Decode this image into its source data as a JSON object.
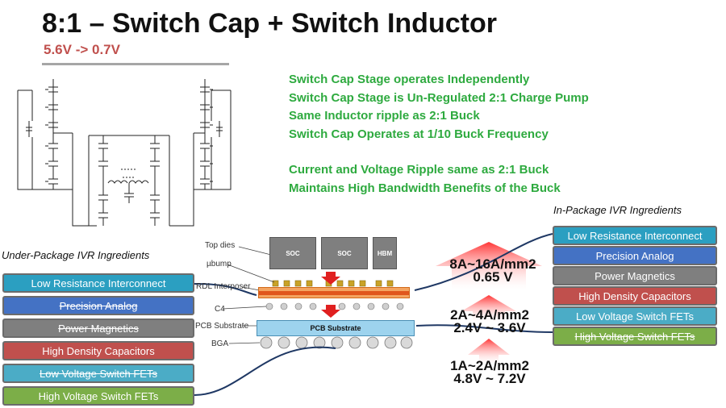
{
  "slide": {
    "title": "8:1 – Switch Cap + Switch Inductor",
    "subtitle": "5.6V -> 0.7V"
  },
  "bullets": {
    "group1": [
      "Switch Cap Stage operates Independently",
      "Switch Cap Stage is Un-Regulated 2:1 Charge Pump",
      "Same Inductor ripple as 2:1 Buck",
      "Switch Cap Operates at 1/10 Buck Frequency"
    ],
    "group2": [
      "Current and Voltage Ripple same as 2:1 Buck",
      "Maintains High Bandwidth Benefits of the Buck"
    ]
  },
  "under_package": {
    "label": "Under-Package IVR Ingredients",
    "items": [
      {
        "text": "Low Resistance Interconnect",
        "color": "#2b9fc1",
        "struck": false
      },
      {
        "text": "Precision Analog",
        "color": "#4472c4",
        "struck": true
      },
      {
        "text": "Power Magnetics",
        "color": "#7f7f7f",
        "struck": true
      },
      {
        "text": "High Density Capacitors",
        "color": "#c0504d",
        "struck": false
      },
      {
        "text": "Low Voltage Switch FETs",
        "color": "#4bacc6",
        "struck": true
      },
      {
        "text": "High Voltage Switch FETs",
        "color": "#7cae48",
        "struck": false
      }
    ]
  },
  "in_package": {
    "label": "In-Package IVR Ingredients",
    "items": [
      {
        "text": "Low Resistance Interconnect",
        "color": "#2b9fc1",
        "struck": false
      },
      {
        "text": "Precision Analog",
        "color": "#4472c4",
        "struck": false
      },
      {
        "text": "Power Magnetics",
        "color": "#7f7f7f",
        "struck": false
      },
      {
        "text": "High Density Capacitors",
        "color": "#c0504d",
        "struck": false
      },
      {
        "text": "Low Voltage Switch FETs",
        "color": "#4bacc6",
        "struck": false
      },
      {
        "text": "High Voltage Switch FETs",
        "color": "#7cae48",
        "struck": true
      }
    ]
  },
  "densities": [
    {
      "current": "8A~16A/mm2",
      "voltage": "0.65 V"
    },
    {
      "current": "2A~4A/mm2",
      "voltage": "2.4V ~ 3.6V"
    },
    {
      "current": "1A~2A/mm2",
      "voltage": "4.8V ~ 7.2V"
    }
  ],
  "stack": {
    "layers": [
      "Top dies",
      "µbump",
      "RDL Interposer",
      "C4",
      "PCB Substrate",
      "BGA"
    ],
    "dies": [
      "SOC",
      "SOC",
      "HBM"
    ],
    "pcb_label": "PCB Substrate"
  },
  "colors": {
    "bullet_green": "#2eaa3f",
    "subtitle_red": "#c0504d",
    "arrow_red": "#e02020",
    "connector_navy": "#1f3864"
  }
}
